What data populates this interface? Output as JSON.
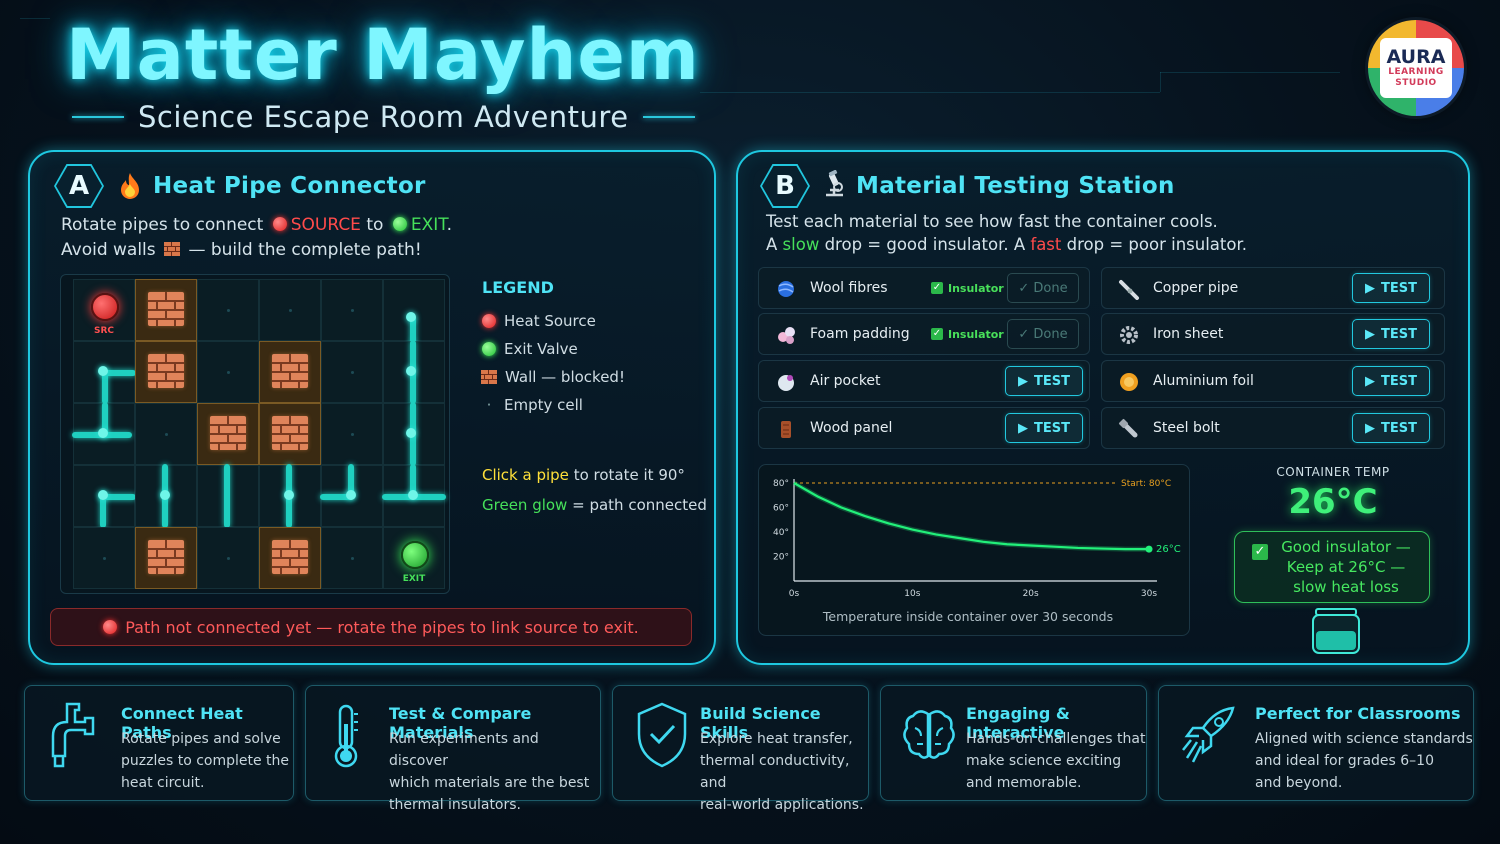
{
  "header": {
    "title": "Matter Mayhem",
    "subtitle": "Science Escape Room Adventure",
    "logo": {
      "main": "AURA",
      "sub1": "LEARNING",
      "sub2": "STUDIO"
    }
  },
  "panel_a": {
    "badge": "A",
    "title": "Heat Pipe Connector",
    "desc_line1_a": "Rotate pipes to connect",
    "source_word": "SOURCE",
    "desc_to": "to",
    "exit_word": "EXIT",
    "period": ".",
    "desc_line2_a": "Avoid walls",
    "desc_line2_b": "— build the complete path!",
    "grid": {
      "src_label": "SRC",
      "exit_label": "EXIT"
    },
    "legend": {
      "title": "LEGEND",
      "items": [
        "Heat Source",
        "Exit Valve",
        "Wall — blocked!",
        "Empty cell"
      ],
      "empty_marker": "·"
    },
    "tips": {
      "click_a": "Click a pipe",
      "click_b": "to rotate it 90°",
      "glow_a": "Green glow",
      "glow_b": "= path connected"
    },
    "status": "Path not connected yet — rotate the pipes to link source to exit."
  },
  "panel_b": {
    "badge": "B",
    "title": "Material Testing Station",
    "desc_line1": "Test each material to see how fast the container cools.",
    "desc_line2_a": "A",
    "slow_word": "slow",
    "desc_line2_b": "drop = good insulator. A",
    "fast_word": "fast",
    "desc_line2_c": "drop = poor insulator.",
    "insulator_label": "Insulator",
    "done_label": "✓ Done",
    "test_label": "TEST",
    "materials_left": [
      {
        "name": "Wool fibres",
        "state": "done"
      },
      {
        "name": "Foam padding",
        "state": "done"
      },
      {
        "name": "Air pocket",
        "state": "test"
      },
      {
        "name": "Wood panel",
        "state": "test"
      }
    ],
    "materials_right": [
      {
        "name": "Copper pipe",
        "state": "test"
      },
      {
        "name": "Iron sheet",
        "state": "test"
      },
      {
        "name": "Aluminium foil",
        "state": "test"
      },
      {
        "name": "Steel bolt",
        "state": "test"
      }
    ],
    "container_temp_title": "CONTAINER TEMP",
    "container_temp_value": "26°C",
    "good_text": "Good insulator — Keep at 26°C — slow heat loss"
  },
  "chart_data": {
    "type": "line",
    "title": "",
    "xlabel": "Temperature inside container over 30 seconds",
    "ylabel": "",
    "x_ticks": [
      "0s",
      "10s",
      "20s",
      "30s"
    ],
    "y_ticks": [
      "20°",
      "40°",
      "60°",
      "80°"
    ],
    "xlim": [
      0,
      30
    ],
    "ylim": [
      0,
      80
    ],
    "start_label": "Start: 80°C",
    "end_label": "26°C",
    "series": [
      {
        "x": [
          0,
          2,
          4,
          6,
          8,
          10,
          12,
          14,
          16,
          18,
          20,
          22,
          24,
          26,
          28,
          30
        ],
        "values": [
          80,
          69,
          60,
          53,
          47,
          42,
          38,
          35,
          32,
          30,
          29,
          28,
          27,
          26.5,
          26,
          26
        ]
      }
    ],
    "colors": {
      "line": "#22f07a",
      "start_line": "#e8a020"
    }
  },
  "features": [
    {
      "title": "Connect Heat Paths",
      "body": [
        "Rotate pipes and solve",
        "puzzles to complete the",
        "heat circuit."
      ],
      "icon": "pipe-icon"
    },
    {
      "title": "Test & Compare Materials",
      "body": [
        "Run experiments and discover",
        "which materials are the best",
        "thermal insulators."
      ],
      "icon": "thermometer-icon"
    },
    {
      "title": "Build Science Skills",
      "body": [
        "Explore heat transfer,",
        "thermal conductivity, and",
        "real-world applications."
      ],
      "icon": "shield-check-icon"
    },
    {
      "title": "Engaging & Interactive",
      "body": [
        "Hands-on challenges that",
        "make science exciting",
        "and memorable."
      ],
      "icon": "brain-icon"
    },
    {
      "title": "Perfect for Classrooms",
      "body": [
        "Aligned with science standards",
        "and ideal for grades 6–10",
        "and beyond."
      ],
      "icon": "rocket-icon"
    }
  ],
  "colors": {
    "accent": "#1ec8e0",
    "title": "#7ff6ff",
    "danger": "#ff4b4b",
    "success": "#46e05a",
    "warning": "#ffe03a"
  }
}
